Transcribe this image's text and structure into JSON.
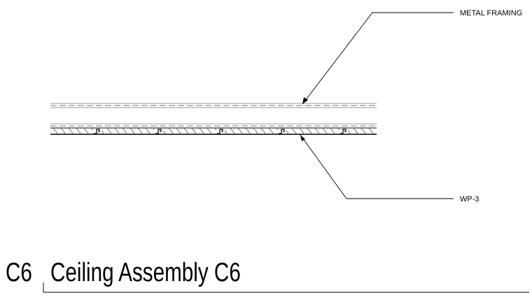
{
  "callouts": {
    "top_label": "METAL FRAMING",
    "bottom_label": "WP-3"
  },
  "title_block": {
    "detail_id": "C6",
    "detail_title": "Ceiling Assembly C6"
  },
  "panel_joints": 5,
  "colors": {
    "line": "#000000",
    "framing": "#8a8a8a"
  }
}
